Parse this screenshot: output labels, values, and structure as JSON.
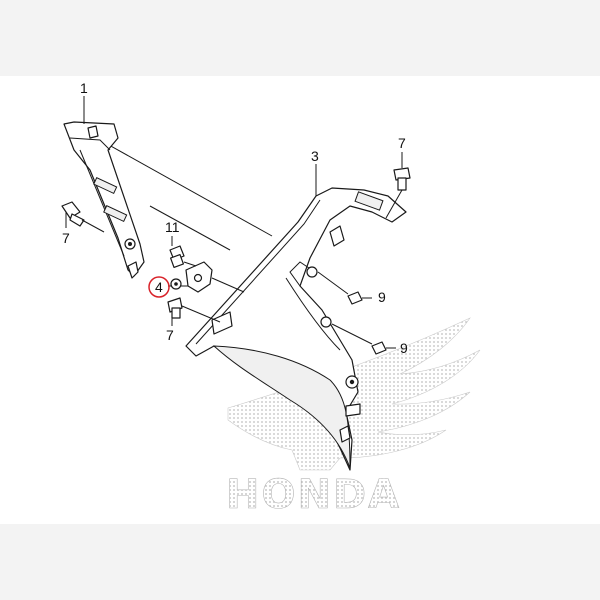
{
  "callouts": {
    "part1": "1",
    "part3": "3",
    "part4": "4",
    "part7_left": "7",
    "part7_top": "7",
    "part7_bottom": "7",
    "part9_upper": "9",
    "part9_lower": "9",
    "part11": "11"
  },
  "highlight": {
    "part": "4",
    "color": "#d9232a"
  },
  "watermark": {
    "brand": "HONDA"
  },
  "colors": {
    "line": "#1a1a1a",
    "watermark": "#b5b5b5",
    "background": "#f3f3f3"
  }
}
